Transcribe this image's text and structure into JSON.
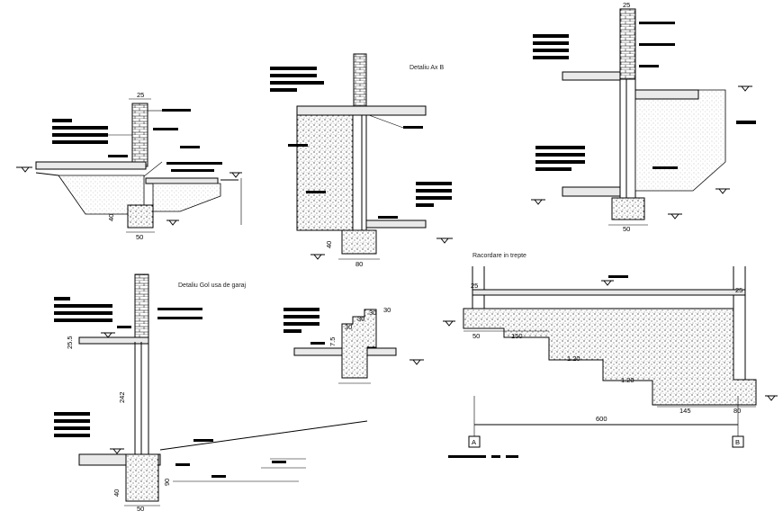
{
  "titles": {
    "detail_ax_b": "Detaliu Ax      B",
    "detail_garage": "Detaliu Gol usa de garaj",
    "stepped_joint": "Racordare in trepte"
  },
  "dims": {
    "d1_top": "25",
    "d1_40": "40",
    "d1_50": "50",
    "d2_40": "40",
    "d2_80": "80",
    "d3_top": "25",
    "d3_50": "50",
    "d4_255": "25.5",
    "d4_242": "242",
    "d4_90": "90",
    "d4_50": "50",
    "d4_40": "40",
    "d5_30a": "30",
    "d5_30b": "30",
    "d5_30c": "30",
    "d5_30d": "30",
    "d5_75": "7.5",
    "d6_25l": "25",
    "d6_25r": "25",
    "d6_50": "50",
    "d6_150": "150",
    "d6_120a": "1.20",
    "d6_120b": "1.20",
    "d6_145": "145",
    "d6_80": "80",
    "d6_600": "600"
  },
  "axes": {
    "a": "A",
    "b": "B"
  },
  "icons": {
    "level_marker": "level-triangle-icon",
    "redacted_note": "redacted-text-block"
  }
}
